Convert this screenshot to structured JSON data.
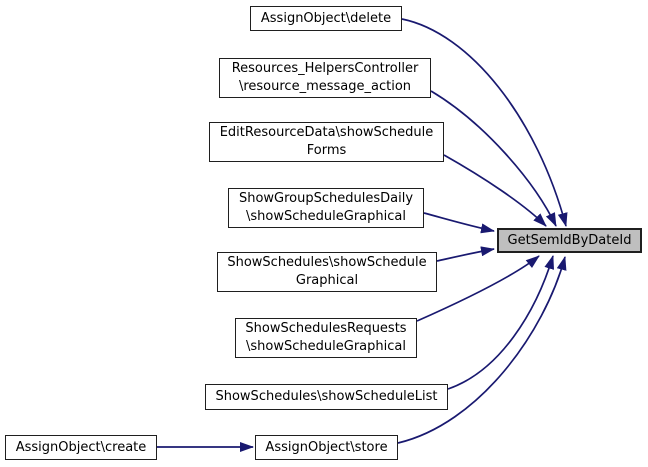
{
  "diagram": {
    "type": "doxygen-caller-graph",
    "focus_function": "GetSemIdByDateId"
  },
  "colors": {
    "edge": "#191970",
    "node_border": "#1f1f1f",
    "node_fill": "#ffffff",
    "highlight_fill": "#bfbfbf",
    "background": "#ffffff",
    "text": "#000000"
  },
  "nodes": {
    "assignobject_delete": {
      "label": "AssignObject\\delete"
    },
    "resources_helpers_controller": {
      "line1": "Resources_HelpersController",
      "line2": "\\resource_message_action"
    },
    "edit_resource_data": {
      "line1": "EditResourceData\\showSchedule",
      "line2": "Forms"
    },
    "show_group_schedules_daily": {
      "line1": "ShowGroupSchedulesDaily",
      "line2": "\\showScheduleGraphical"
    },
    "show_schedules_graphical": {
      "line1": "ShowSchedules\\showSchedule",
      "line2": "Graphical"
    },
    "show_schedules_requests": {
      "line1": "ShowSchedulesRequests",
      "line2": "\\showScheduleGraphical"
    },
    "show_schedule_list": {
      "label": "ShowSchedules\\showScheduleList"
    },
    "assignobject_create": {
      "label": "AssignObject\\create"
    },
    "assignobject_store": {
      "label": "AssignObject\\store"
    },
    "get_sem_id_by_date_id": {
      "label": "GetSemIdByDateId"
    }
  },
  "edges": [
    {
      "from": "AssignObject\\delete",
      "to": "GetSemIdByDateId"
    },
    {
      "from": "Resources_HelpersController\\resource_message_action",
      "to": "GetSemIdByDateId"
    },
    {
      "from": "EditResourceData\\showScheduleForms",
      "to": "GetSemIdByDateId"
    },
    {
      "from": "ShowGroupSchedulesDaily\\showScheduleGraphical",
      "to": "GetSemIdByDateId"
    },
    {
      "from": "ShowSchedules\\showScheduleGraphical",
      "to": "GetSemIdByDateId"
    },
    {
      "from": "ShowSchedulesRequests\\showScheduleGraphical",
      "to": "GetSemIdByDateId"
    },
    {
      "from": "ShowSchedules\\showScheduleList",
      "to": "GetSemIdByDateId"
    },
    {
      "from": "AssignObject\\store",
      "to": "GetSemIdByDateId"
    },
    {
      "from": "AssignObject\\create",
      "to": "AssignObject\\store"
    }
  ]
}
